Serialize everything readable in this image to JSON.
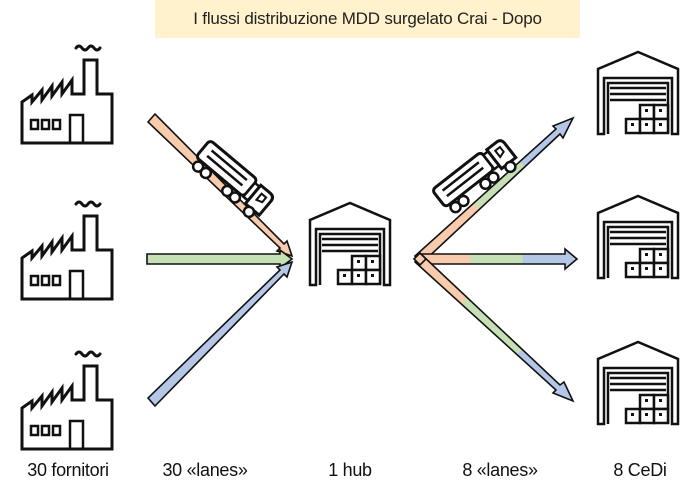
{
  "title": "I flussi distribuzione MDD surgelato Crai - Dopo",
  "colors": {
    "title_bg": "#fff2cc",
    "orange": "#f8cbad",
    "green": "#c5e0b4",
    "blue": "#b4c7e7",
    "stroke": "#111111"
  },
  "nodes": {
    "suppliers": {
      "icon": "factory-icon",
      "count_shown": 3
    },
    "hub": {
      "icon": "warehouse-icon"
    },
    "distribution_centers": {
      "icon": "warehouse-icon",
      "count_shown": 3
    },
    "trucks": {
      "icon": "truck-icon",
      "count_shown": 2
    }
  },
  "labels": {
    "suppliers": "30 fornitori",
    "inbound_lanes": "30 «lanes»",
    "hub": "1 hub",
    "outbound_lanes": "8 «lanes»",
    "cedi": "8 CeDi"
  }
}
